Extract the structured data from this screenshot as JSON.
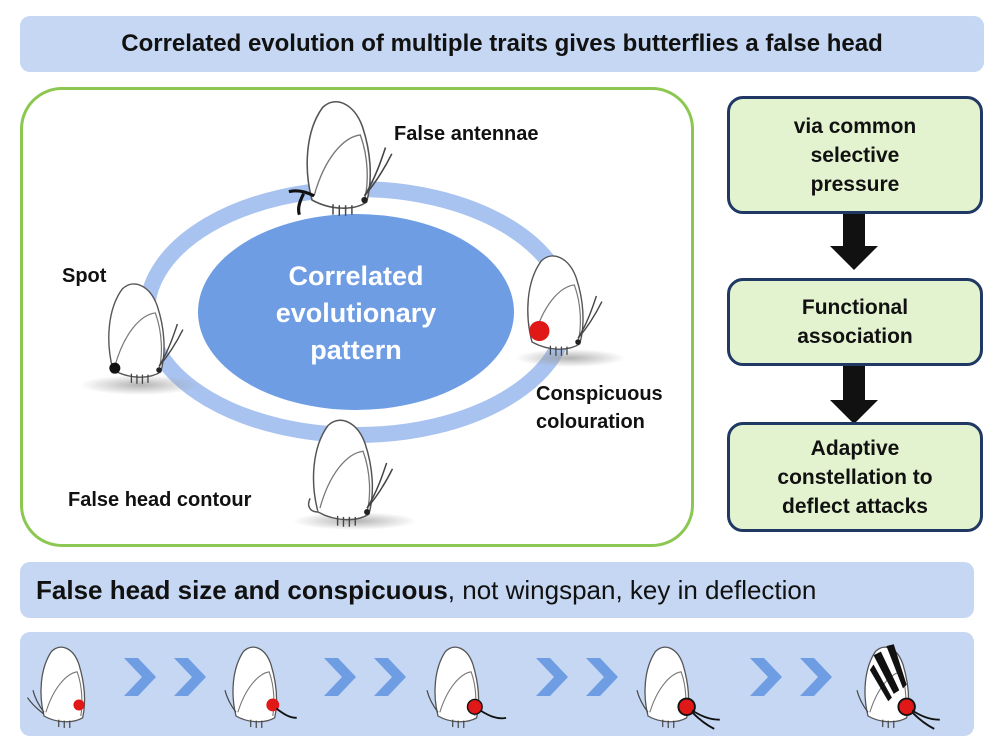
{
  "title": "Correlated evolution of multiple traits gives butterflies a false head",
  "center": {
    "line1": "Correlated",
    "line2": "evolutionary",
    "line3": "pattern"
  },
  "traits": {
    "false_antennae": "False antennae",
    "spot": "Spot",
    "conspicuous_1": "Conspicuous",
    "conspicuous_2": "colouration",
    "false_head_contour": "False head contour"
  },
  "flow": {
    "step1": {
      "line1": "via common",
      "line2": "selective",
      "line3": "pressure"
    },
    "step2": {
      "line1": "Functional",
      "line2": "association"
    },
    "step3": {
      "line1": "Adaptive",
      "line2": "constellation to",
      "line3": "deflect attacks"
    }
  },
  "conclusion": {
    "bold": "False head size and conspicuous",
    "rest": ", not wingspan, key in deflection"
  },
  "colors": {
    "banner": "#c5d7f2",
    "panel_border": "#8cc851",
    "ring": "#a9c3f0",
    "center_fill": "#6f9de4",
    "flow_fill": "#e3f2cf",
    "flow_border": "#1f3864",
    "spot_red": "#e01818",
    "chevron": "#6f9de4"
  }
}
